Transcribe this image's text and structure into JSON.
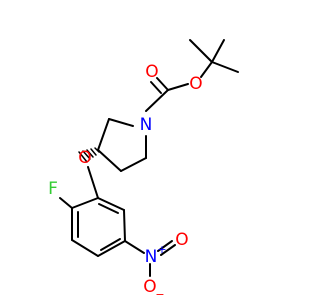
{
  "molecule": {
    "atom_labels": {
      "n_ring": "N",
      "o_carbonyl": "O",
      "o_ester": "O",
      "o_ether": "O",
      "f": "F",
      "n_nitro": "N",
      "n_nitro_charge": "+",
      "o_nitro_double": "O",
      "o_nitro_single": "O",
      "o_nitro_charge": "−"
    }
  },
  "colors": {
    "bond": "#000000",
    "nitrogen": "#0000ff",
    "oxygen": "#ff0000",
    "fluorine": "#33cc33"
  }
}
